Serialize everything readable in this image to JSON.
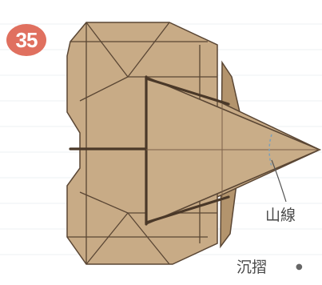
{
  "step": {
    "number": "35"
  },
  "annotations": {
    "mountain_fold": "山線",
    "sink_fold": "沉摺",
    "sink_mark": "●"
  },
  "colors": {
    "paper": "#c8ab86",
    "paper_shadow": "#b3946d",
    "outline": "#5a4634",
    "crease": "#7a6048",
    "badge": "#e0705f",
    "mountain_line": "#7fa0b8"
  }
}
